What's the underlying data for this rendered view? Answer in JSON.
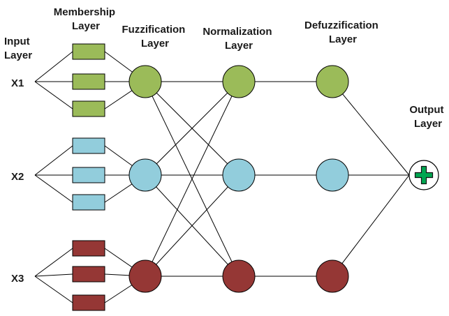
{
  "layers": {
    "input": [
      "Input",
      "Layer"
    ],
    "membership": [
      "Membership",
      "Layer"
    ],
    "fuzzification": [
      "Fuzzification",
      "Layer"
    ],
    "normalization": [
      "Normalization",
      "Layer"
    ],
    "defuzzification": [
      "Defuzzification",
      "Layer"
    ],
    "output": [
      "Output",
      "Layer"
    ]
  },
  "inputs": [
    "X1",
    "X2",
    "X3"
  ],
  "colors": {
    "green": "#9bbb59",
    "blue": "#92cddc",
    "red": "#953735",
    "output_cross": "#00a651",
    "stroke": "#000000"
  },
  "output_node_icon": "plus-icon"
}
